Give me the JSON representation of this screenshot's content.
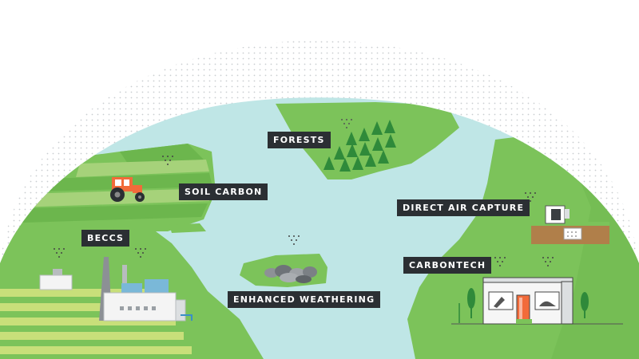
{
  "labels": {
    "forests": "FORESTS",
    "soil_carbon": "SOIL CARBON",
    "beccs": "BECCS",
    "direct_air_capture": "DIRECT AIR CAPTURE",
    "carbontech": "CARBONTECH",
    "enhanced_weathering": "ENHANCED WEATHERING"
  },
  "colors": {
    "land": "#7cc35a",
    "land_dark": "#5aa843",
    "water": "#bfe6e6",
    "label_bg": "#2b2f33",
    "stripe_light": "#a6d27a",
    "stripe_dark": "#6cb64d",
    "tree": "#2f8a3a",
    "tractor": "#f26b3a",
    "door": "#f26b3a"
  }
}
